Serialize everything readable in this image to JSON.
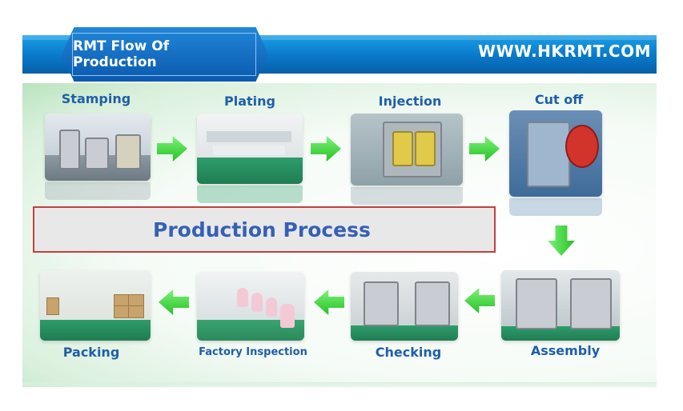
{
  "header": {
    "title": "RMT Flow Of Production",
    "website": "WWW.HKRMT.COM"
  },
  "center_label": "Production Process",
  "steps": [
    {
      "label": "Stamping",
      "photo": "stamping-workshop"
    },
    {
      "label": "Plating",
      "photo": "plating-line"
    },
    {
      "label": "Injection",
      "photo": "injection-molding-machine"
    },
    {
      "label": "Cut off",
      "photo": "cut-off-machine"
    },
    {
      "label": "Assembly",
      "photo": "assembly-machines"
    },
    {
      "label": "Checking",
      "photo": "checking-machines"
    },
    {
      "label": "Factory Inspection",
      "photo": "workers-inspecting"
    },
    {
      "label": "Packing",
      "photo": "packing-warehouse"
    }
  ],
  "colors": {
    "banner": "#0a78c9",
    "arrow": "#2fc72c",
    "label": "#1f5fa8",
    "box_border": "#c14040"
  },
  "icons": {
    "arrow": "green-arrow-icon"
  }
}
